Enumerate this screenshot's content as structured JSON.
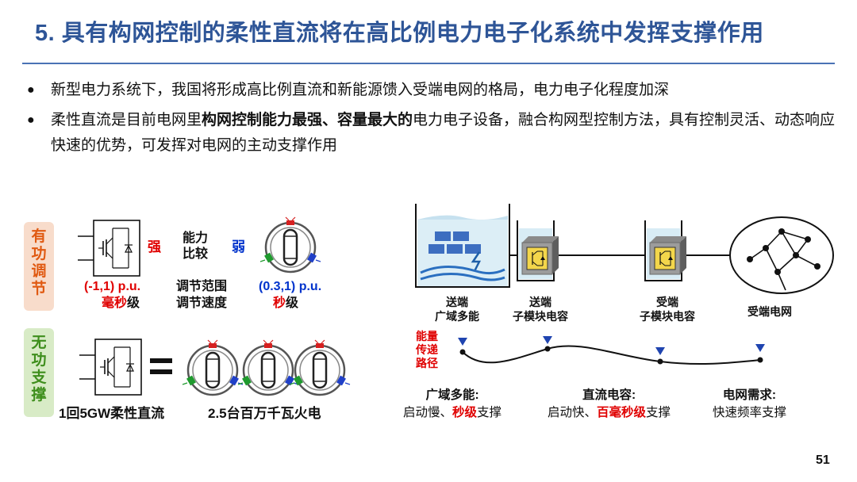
{
  "title": "5. 具有构网控制的柔性直流将在高比例电力电子化系统中发挥支撑作用",
  "bullets": [
    {
      "text": "新型电力系统下，我国将形成高比例直流和新能源馈入受端电网的格局，电力电子化程度加深"
    },
    {
      "pre": "柔性直流是目前电网里",
      "bold": "构网控制能力最强、容量最大的",
      "post": "电力电子设备，融合构网型控制方法，具有控制灵活、动态响应快速的优势，可发挥对电网的主动支撑作用"
    }
  ],
  "left": {
    "active_label": [
      "有",
      "功",
      "调",
      "节"
    ],
    "reactive_label": [
      "无",
      "功",
      "支",
      "撑"
    ],
    "strong": "强",
    "weak": "弱",
    "compare": [
      "能力",
      "比较"
    ],
    "vsc_range": "(-1,1) p.u.",
    "vsc_speed_pre": "",
    "vsc_speed_hl": "毫秒",
    "vsc_speed_post": "级",
    "middle_labels": [
      "调节范围",
      "调节速度"
    ],
    "gen_range": "(0.3,1)",
    "gen_range_unit": " p.u.",
    "gen_speed_hl": "秒",
    "gen_speed_post": "级",
    "equals": "=",
    "vsc_caption": "1回5GW柔性直流",
    "gen_caption": "2.5台百万千瓦火电"
  },
  "right": {
    "nodes": [
      {
        "line1": "送端",
        "line2": "广域多能"
      },
      {
        "line1": "送端",
        "line2": "子模块电容"
      },
      {
        "line1": "受端",
        "line2": "子模块电容"
      },
      {
        "line1": "受端电网",
        "line2": ""
      }
    ],
    "path_label": [
      "能量",
      "传递",
      "路径"
    ],
    "footers": [
      {
        "head": "广域多能:",
        "pre": "启动慢、",
        "hl": "秒级",
        "post": "支撑"
      },
      {
        "head": "直流电容:",
        "pre": "启动快、",
        "hl": "百毫秒级",
        "post": "支撑"
      },
      {
        "head": "电网需求:",
        "pre": "快速频率支撑",
        "hl": "",
        "post": ""
      }
    ]
  },
  "page_number": "51",
  "colors": {
    "title": "#2E5597",
    "red": "#E00000",
    "blue": "#0033CC",
    "active_bg": "#F8DCCB",
    "active_text": "#E05A12",
    "reactive_bg": "#D8EBC6",
    "reactive_text": "#3E8E1C"
  }
}
